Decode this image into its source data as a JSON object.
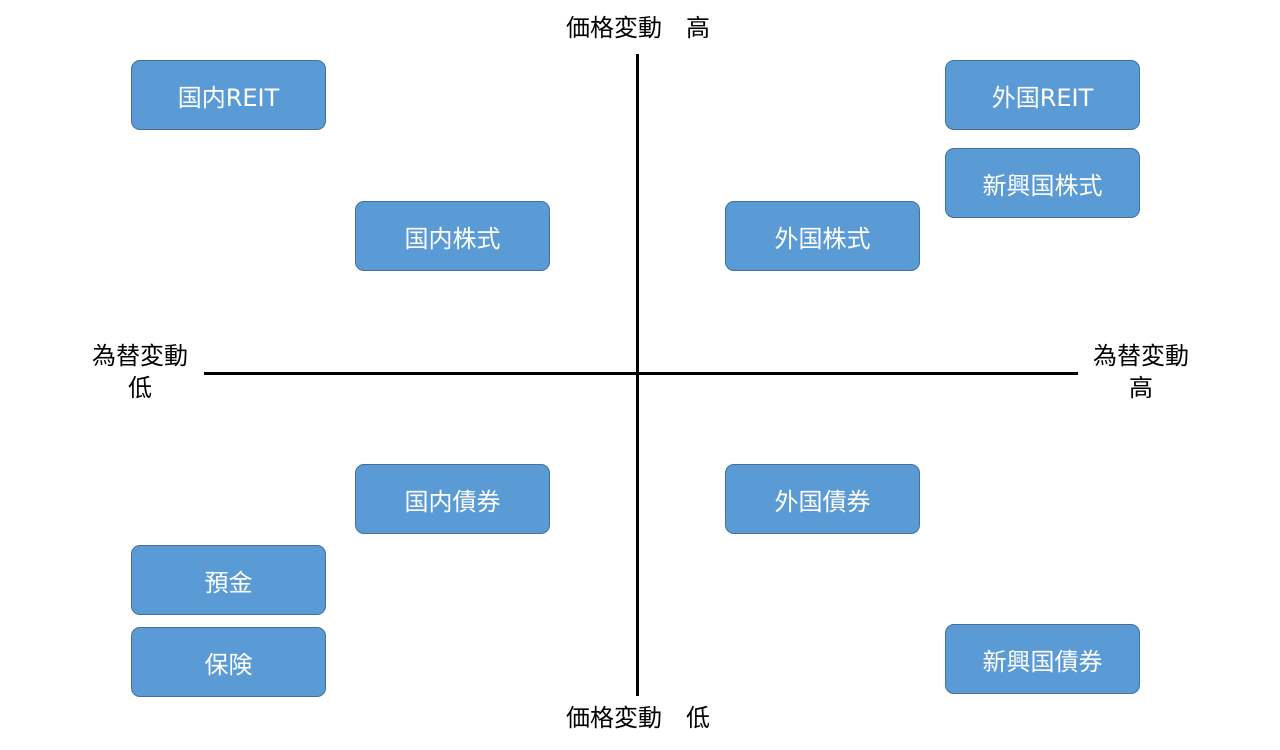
{
  "axes": {
    "top": "価格変動　高",
    "bottom": "価格変動　低",
    "left": {
      "line1": "為替変動",
      "line2": "低"
    },
    "right": {
      "line1": "為替変動",
      "line2": "高"
    }
  },
  "assets": {
    "domestic_reit": "国内REIT",
    "domestic_stocks": "国内株式",
    "foreign_reit": "外国REIT",
    "emerging_stocks": "新興国株式",
    "foreign_stocks": "外国株式",
    "domestic_bonds": "国内債券",
    "foreign_bonds": "外国債券",
    "deposits": "預金",
    "insurance": "保険",
    "emerging_bonds": "新興国債券"
  },
  "colors": {
    "box_fill": "#5b9bd5",
    "box_border": "#41719c",
    "axis": "#000000"
  }
}
